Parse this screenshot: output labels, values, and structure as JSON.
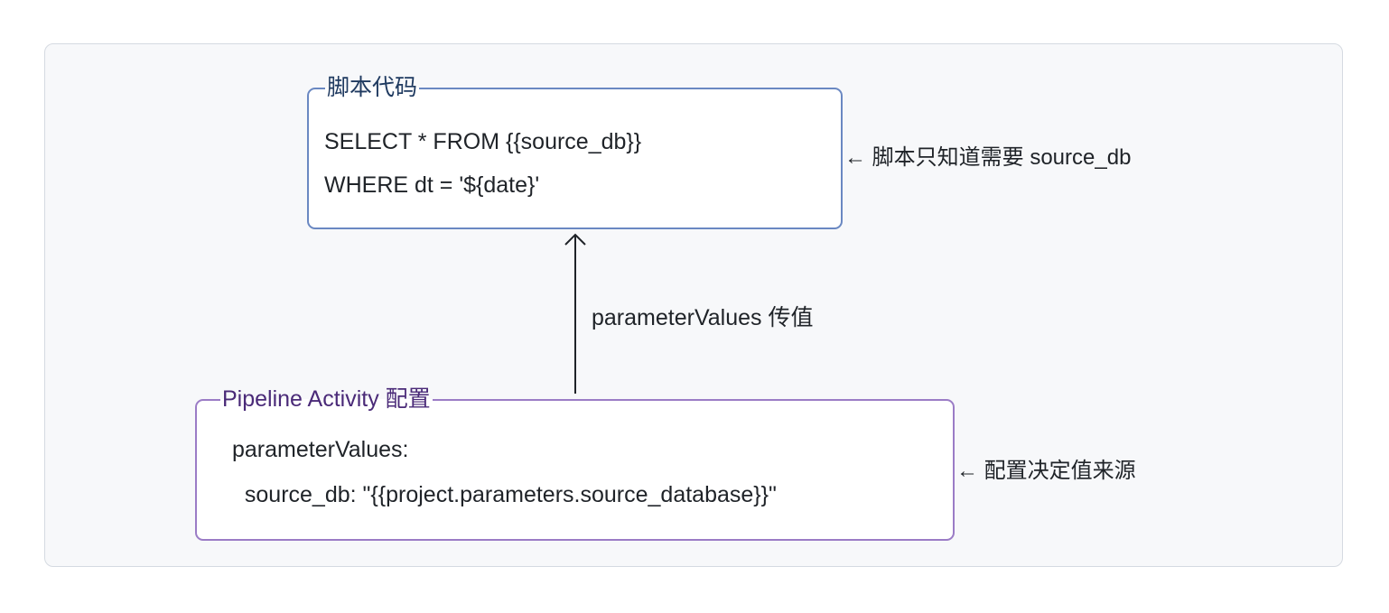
{
  "diagram": {
    "script_box": {
      "title": "脚本代码",
      "lines": [
        "SELECT * FROM {{source_db}}",
        "WHERE dt = '${date}'"
      ],
      "note": "← 脚本只知道需要 source_db"
    },
    "pipeline_box": {
      "title": "Pipeline Activity 配置",
      "lines": [
        "parameterValues:",
        "  source_db: \"{{project.parameters.source_database}}\""
      ],
      "note": "← 配置决定值来源"
    },
    "edge": {
      "label": "parameterValues 传值"
    },
    "colors": {
      "script_border": "#6a88c2",
      "pipeline_border": "#9b7cc6",
      "background": "#f7f8fa"
    }
  }
}
